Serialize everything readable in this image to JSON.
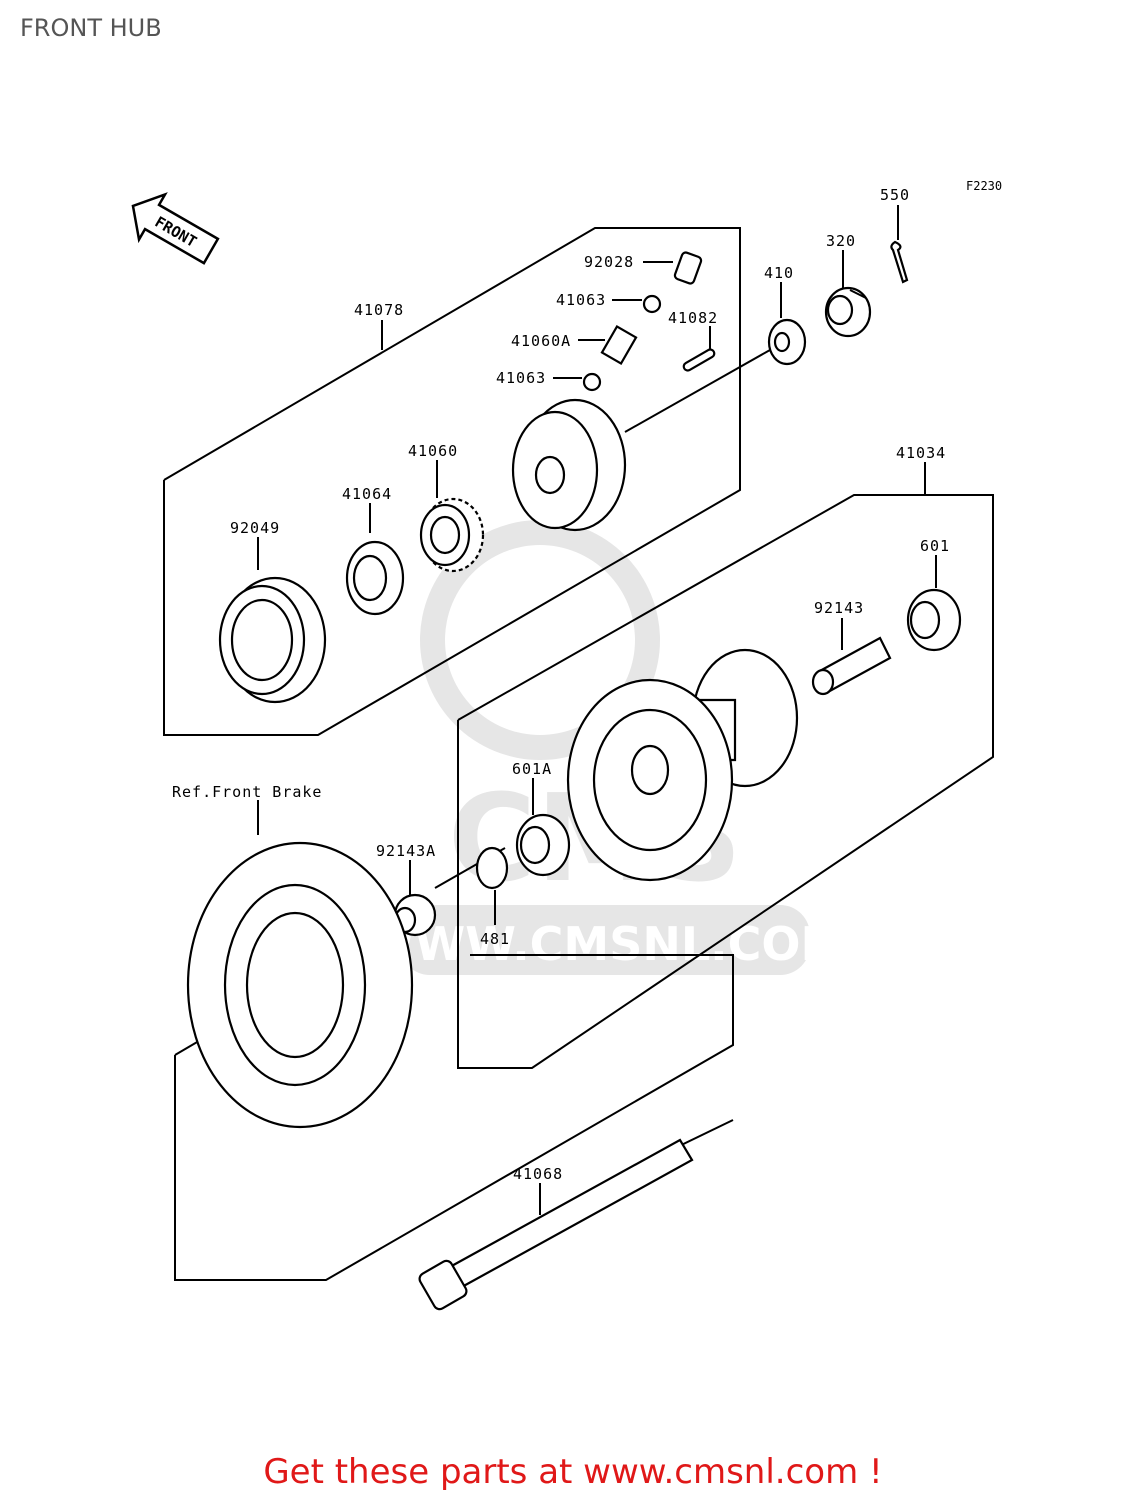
{
  "page": {
    "title": "FRONT HUB",
    "figure_code": "F2230",
    "direction_label": "FRONT",
    "watermark_text": "WWW.CMSNL.COM",
    "watermark_logo_text": "CMS",
    "footer_cta": "Get these parts at www.cmsnl.com !"
  },
  "parts": {
    "p550": "550",
    "p320": "320",
    "p410": "410",
    "p92028": "92028",
    "p41063a": "41063",
    "p41082": "41082",
    "p41060a": "41060A",
    "p41063b": "41063",
    "p41078": "41078",
    "p41060": "41060",
    "p41064": "41064",
    "p92049": "92049",
    "p41034": "41034",
    "p601": "601",
    "p92143": "92143",
    "p601a": "601A",
    "pRefBrake": "Ref.Front Brake",
    "p92143a": "92143A",
    "p481": "481",
    "p41068": "41068"
  },
  "colors": {
    "footer": "#e01818",
    "title": "#555555",
    "watermark": "#e6e6e6"
  }
}
